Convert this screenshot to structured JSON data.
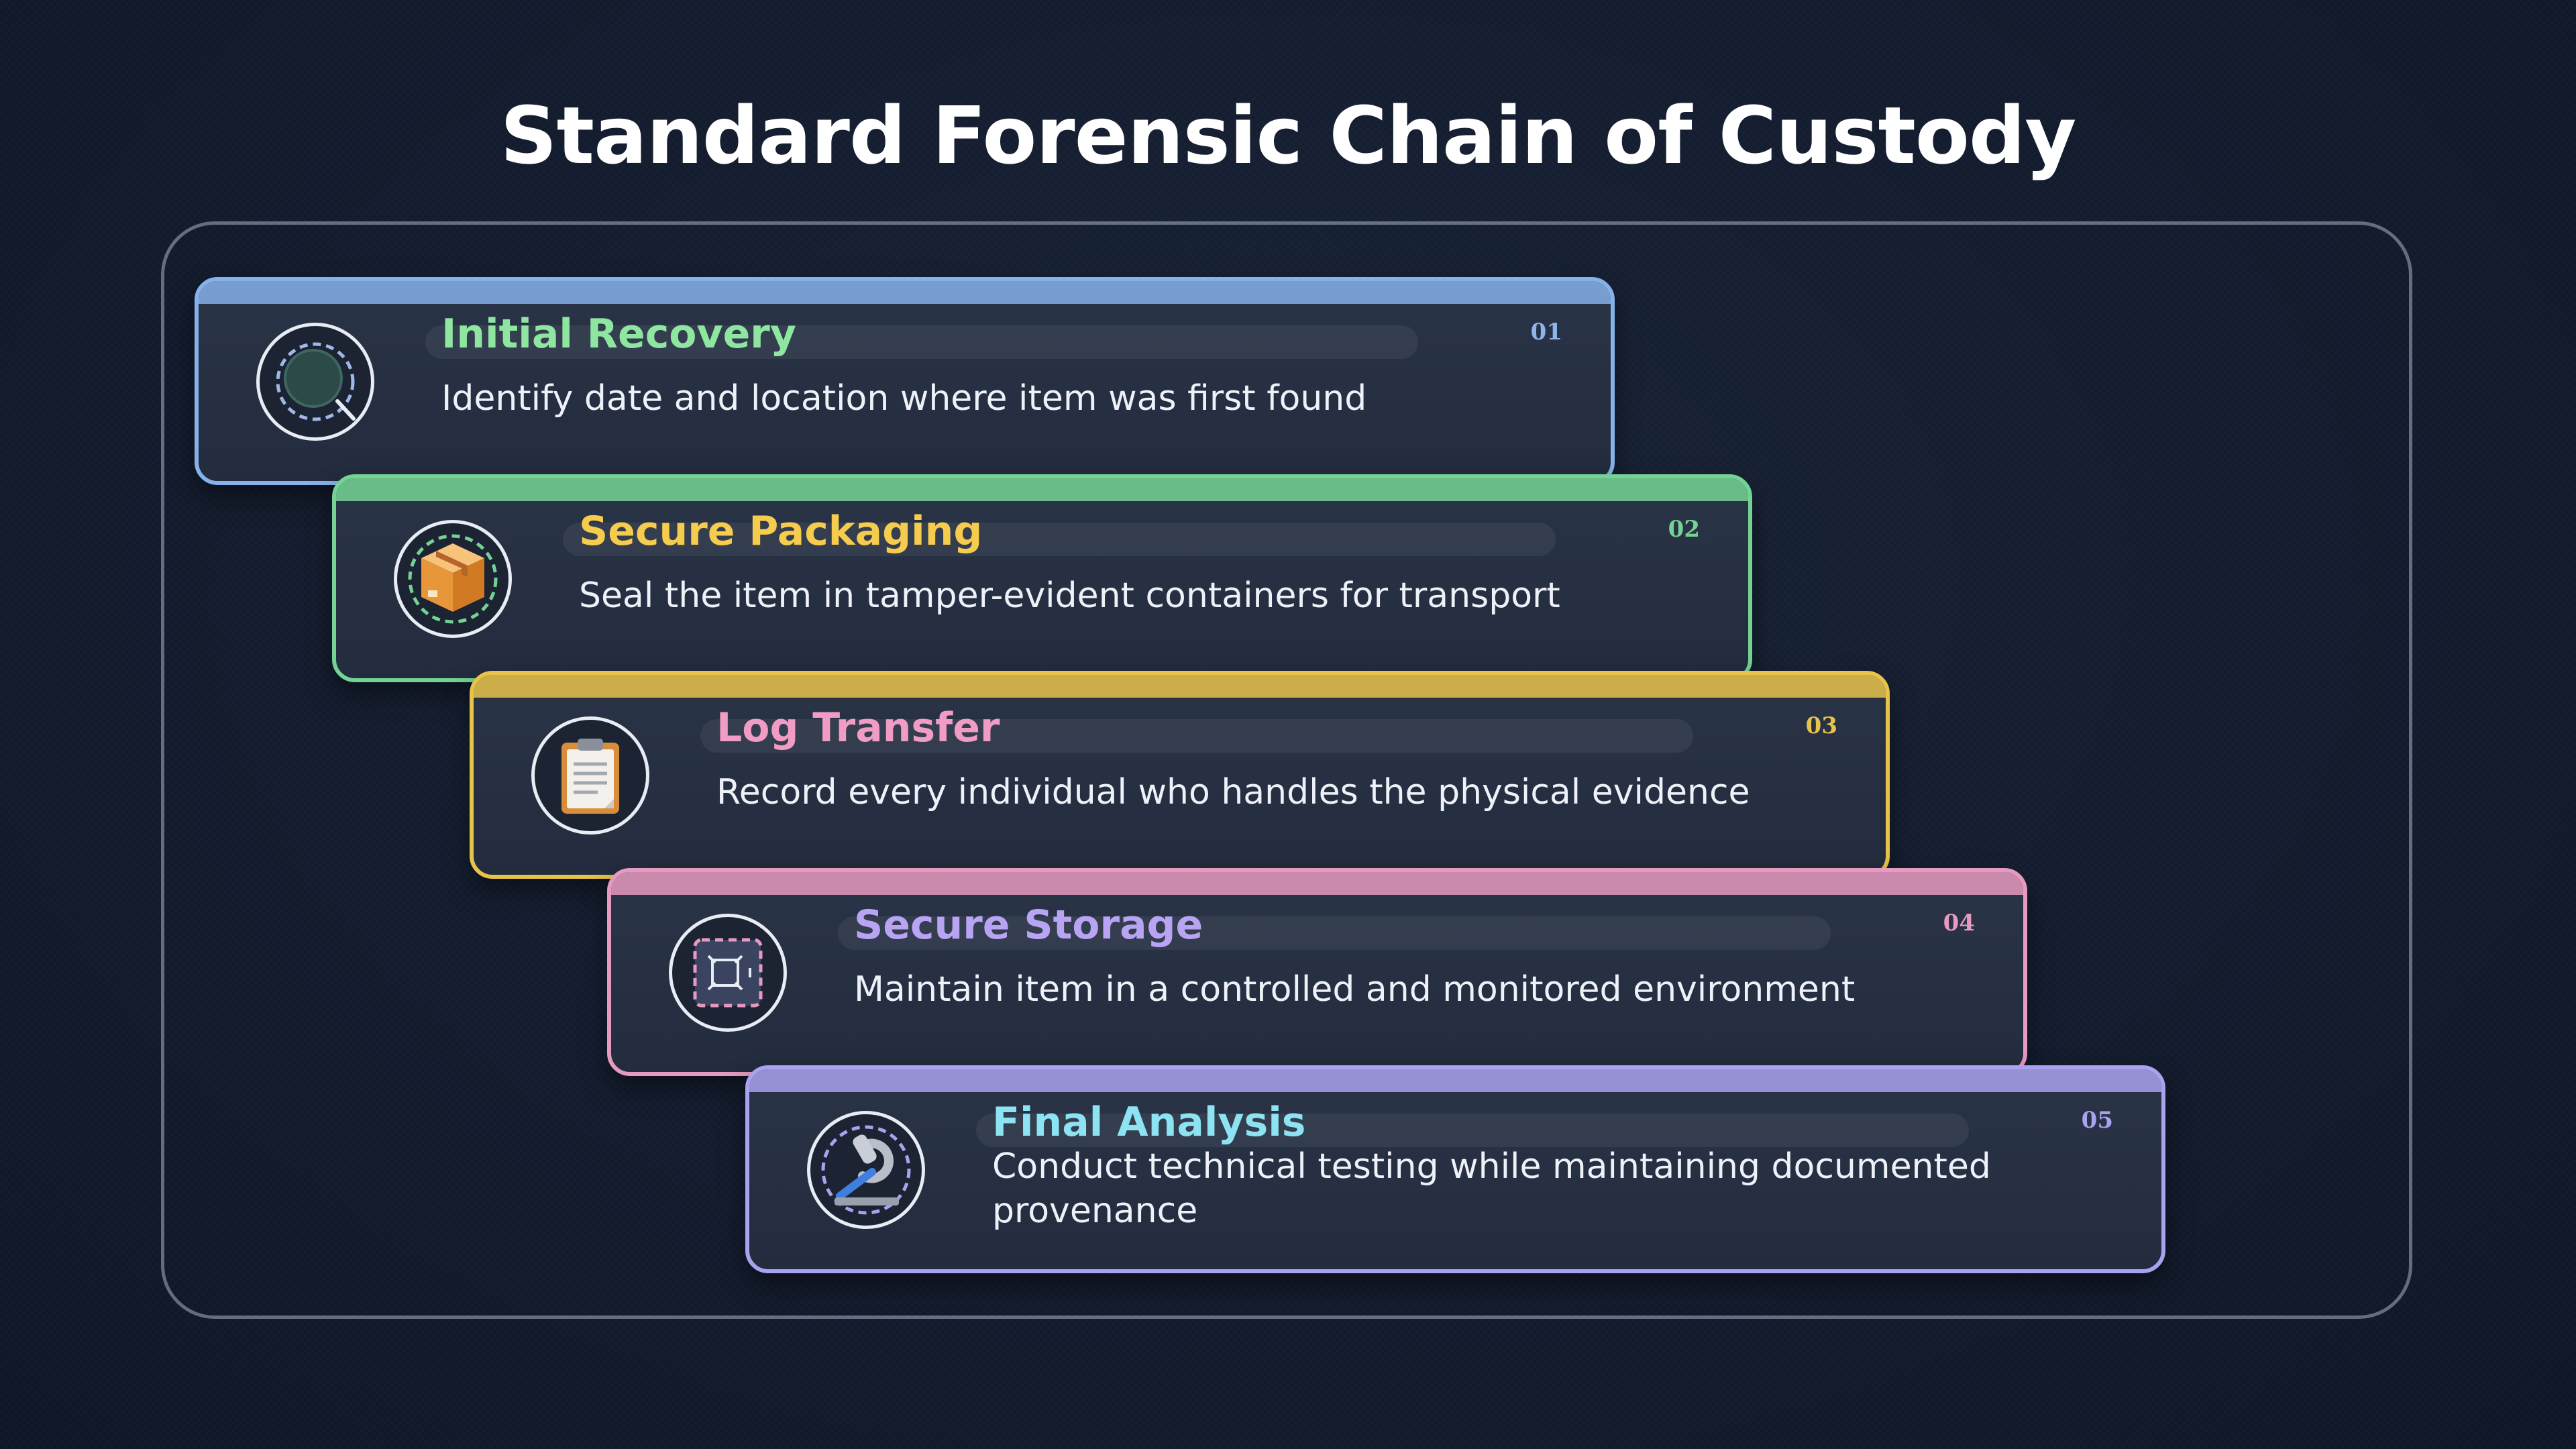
{
  "title": "Standard Forensic Chain of Custody",
  "steps": [
    {
      "number": "01",
      "title": "Initial Recovery",
      "description": "Identify date and location where item was first found",
      "icon": "magnifier-icon",
      "accent": "#86b2ea",
      "title_color": "#8ee6a0"
    },
    {
      "number": "02",
      "title": "Secure Packaging",
      "description": "Seal the item in tamper-evident containers for transport",
      "icon": "package-icon",
      "accent": "#74d394",
      "title_color": "#f5cc4e"
    },
    {
      "number": "03",
      "title": "Log Transfer",
      "description": "Record every individual who handles the physical evidence",
      "icon": "clipboard-icon",
      "accent": "#e8c34a",
      "title_color": "#f19cc4"
    },
    {
      "number": "04",
      "title": "Secure Storage",
      "description": "Maintain item in a controlled and monitored environment",
      "icon": "storage-box-icon",
      "accent": "#e69ac0",
      "title_color": "#b8a4f3"
    },
    {
      "number": "05",
      "title": "Final Analysis",
      "description": "Conduct technical testing while maintaining documented provenance",
      "icon": "microscope-icon",
      "accent": "#a9a2ee",
      "title_color": "#8de3f2"
    }
  ]
}
